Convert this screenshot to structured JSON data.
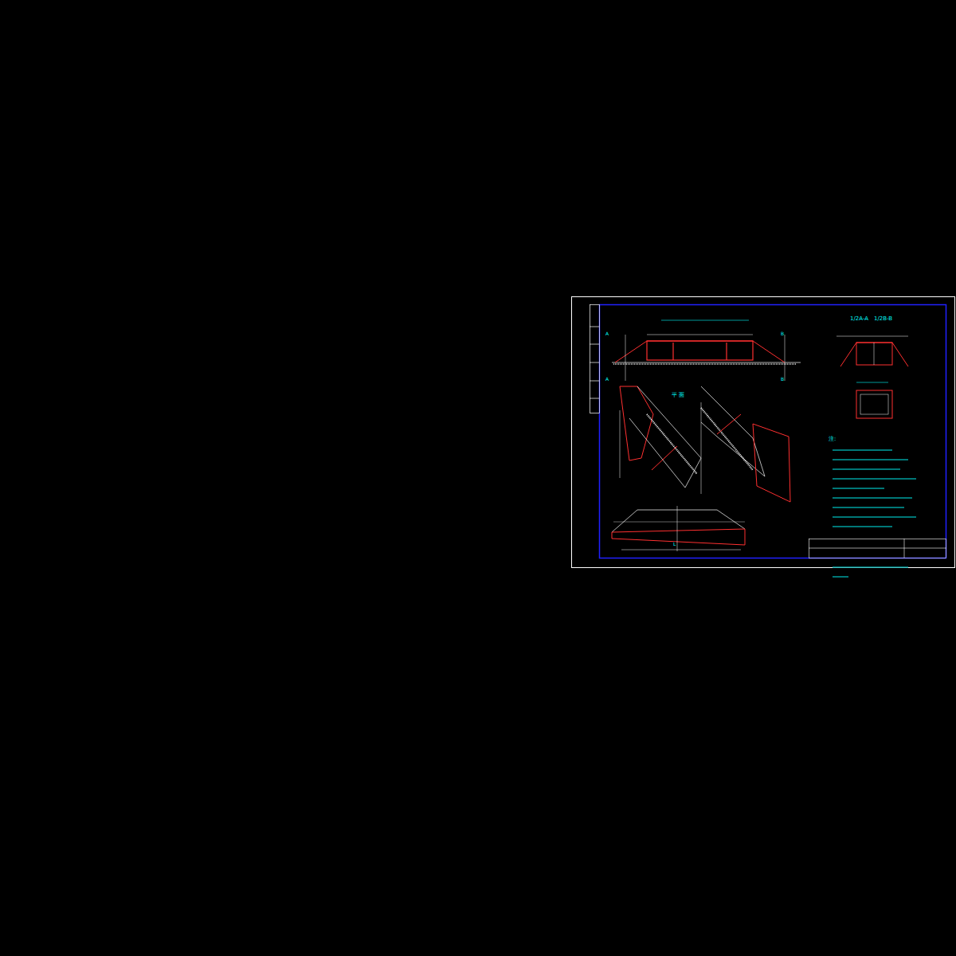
{
  "diagram": {
    "labels": [
      "1/2A-A",
      "1/2B-B",
      "平 面",
      "注:",
      "A",
      "A",
      "B",
      "B",
      "L"
    ]
  }
}
